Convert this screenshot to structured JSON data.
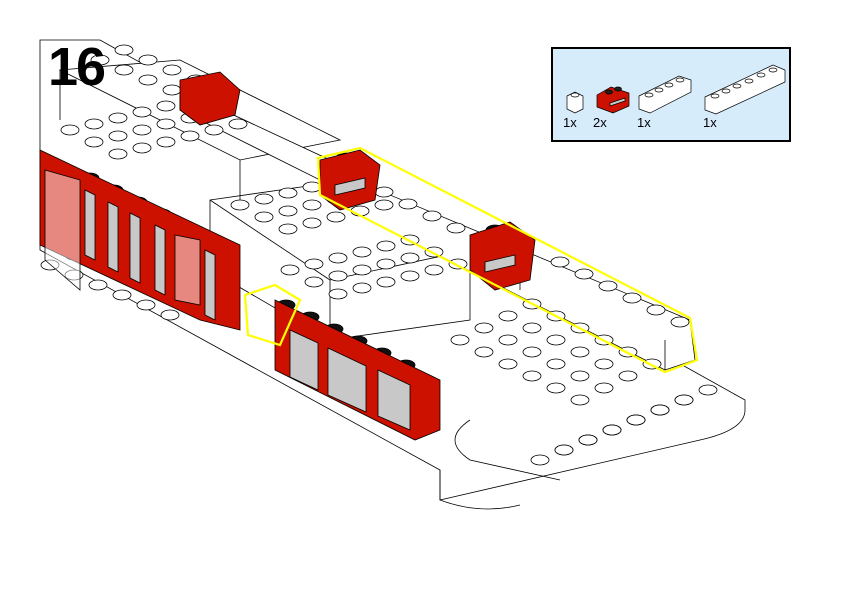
{
  "step_number": "16",
  "parts_list": {
    "items": [
      {
        "part": "white-1x1-brick",
        "quantity": "1x",
        "color": "#ffffff"
      },
      {
        "part": "red-1x2-window-brick",
        "quantity": "2x",
        "color": "#cc1100"
      },
      {
        "part": "white-1x4-brick",
        "quantity": "1x",
        "color": "#ffffff"
      },
      {
        "part": "white-1x6-brick",
        "quantity": "1x",
        "color": "#ffffff"
      }
    ],
    "background": "#d6ecfb"
  },
  "colors": {
    "highlight": "#ffff00",
    "red": "#cc1100",
    "glass": "#c8c8c8"
  }
}
